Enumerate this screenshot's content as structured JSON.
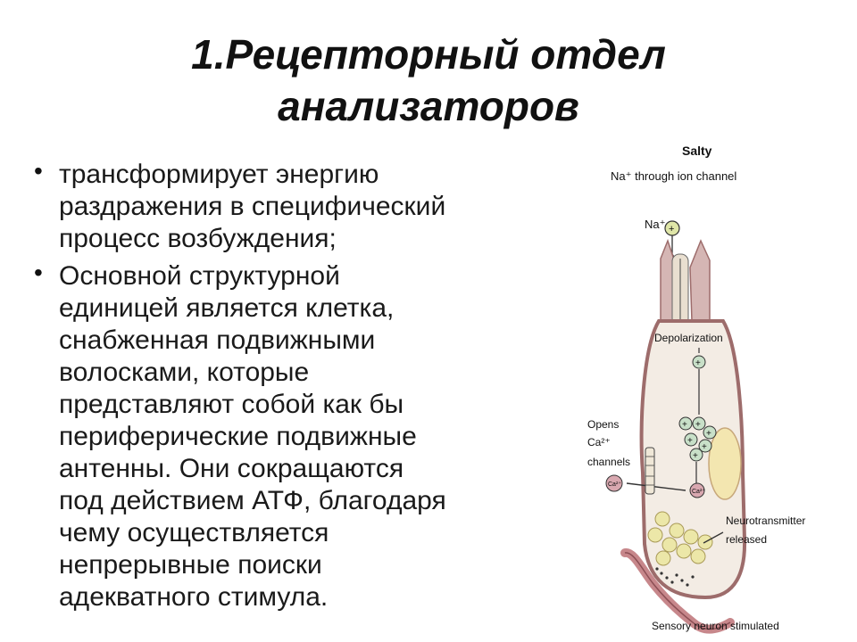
{
  "slide": {
    "title": "1.Рецепторный отдел\nанализаторов",
    "bullets": [
      "трансформирует энергию\nраздражения в специфический\nпроцесс возбуждения;",
      "Основной структурной\nединицей  является клетка,\nснабженная подвижными\nволосками, которые\nпредставляют собой как бы\nпериферические подвижные\nантенны. Они сокращаются\nпод действием АТФ, благодаря\nчему осуществляется\nнепрерывные поиски\nадекватного стимула."
    ]
  },
  "diagram": {
    "title": "Salty",
    "subtitle": "Na⁺ through ion channel",
    "na_label": "Na⁺",
    "depolarization": "Depolarization",
    "opens_line1": "Opens",
    "opens_line2": "Ca²⁺",
    "opens_line3": "channels",
    "neurotransmitter_line1": "Neurotransmitter",
    "neurotransmitter_line2": "released",
    "sensory": "Sensory neuron stimulated",
    "plus_symbol": "+",
    "ca_symbol": "Ca²⁺"
  }
}
